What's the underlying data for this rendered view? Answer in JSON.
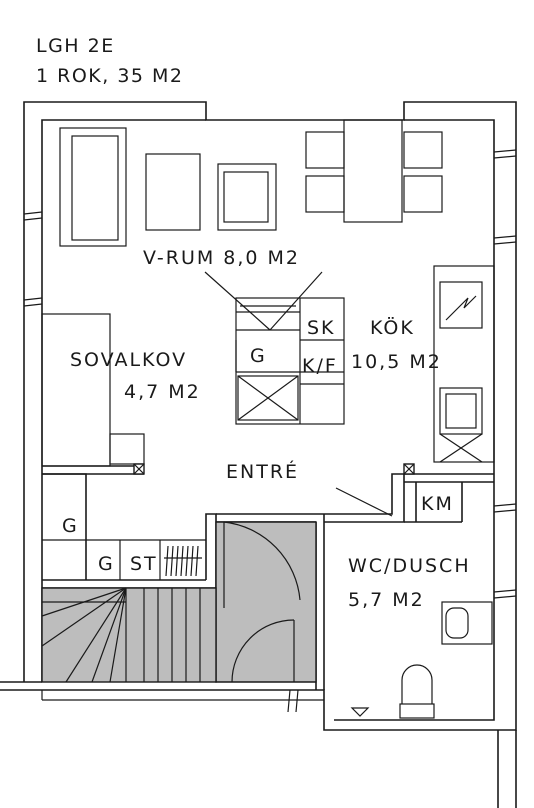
{
  "title": {
    "line1": "LGH 2E",
    "line2": "1 ROK, 35 M2"
  },
  "rooms": {
    "vrum": "V-RUM 8,0 M2",
    "sovalkov_name": "SOVALKOV",
    "sovalkov_area": "4,7 M2",
    "kok_name": "KÖK",
    "kok_area": "10,5 M2",
    "entre": "ENTRÉ",
    "wc_name": "WC/DUSCH",
    "wc_area": "5,7 M2"
  },
  "fixtures": {
    "sk": "SK",
    "kf": "K/F",
    "g_kitchen": "G",
    "g_closet": "G",
    "g_small": "G",
    "st": "ST",
    "km": "KM"
  },
  "colors": {
    "stair_fill": "#bdbdbd",
    "lines": "#1a1a1a"
  }
}
